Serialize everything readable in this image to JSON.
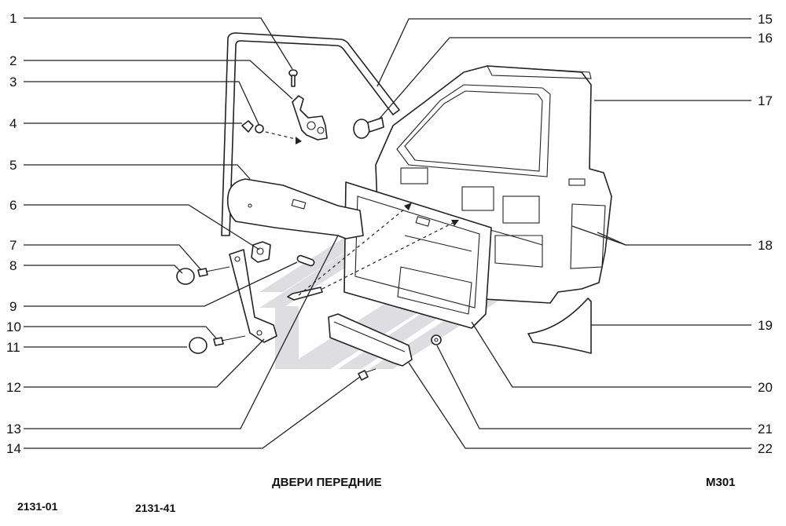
{
  "title": "ДВЕРИ ПЕРЕДНИЕ",
  "catalog_code": "M301",
  "models": [
    "2131-01",
    "2131-41"
  ],
  "callouts_left": [
    "1",
    "2",
    "3",
    "4",
    "5",
    "6",
    "7",
    "8",
    "9",
    "10",
    "11",
    "12",
    "13",
    "14"
  ],
  "callouts_right": [
    "15",
    "16",
    "17",
    "18",
    "19",
    "20",
    "21",
    "22"
  ],
  "colors": {
    "line": "#222222",
    "watermark": "#d9d9de",
    "background": "#ffffff"
  }
}
